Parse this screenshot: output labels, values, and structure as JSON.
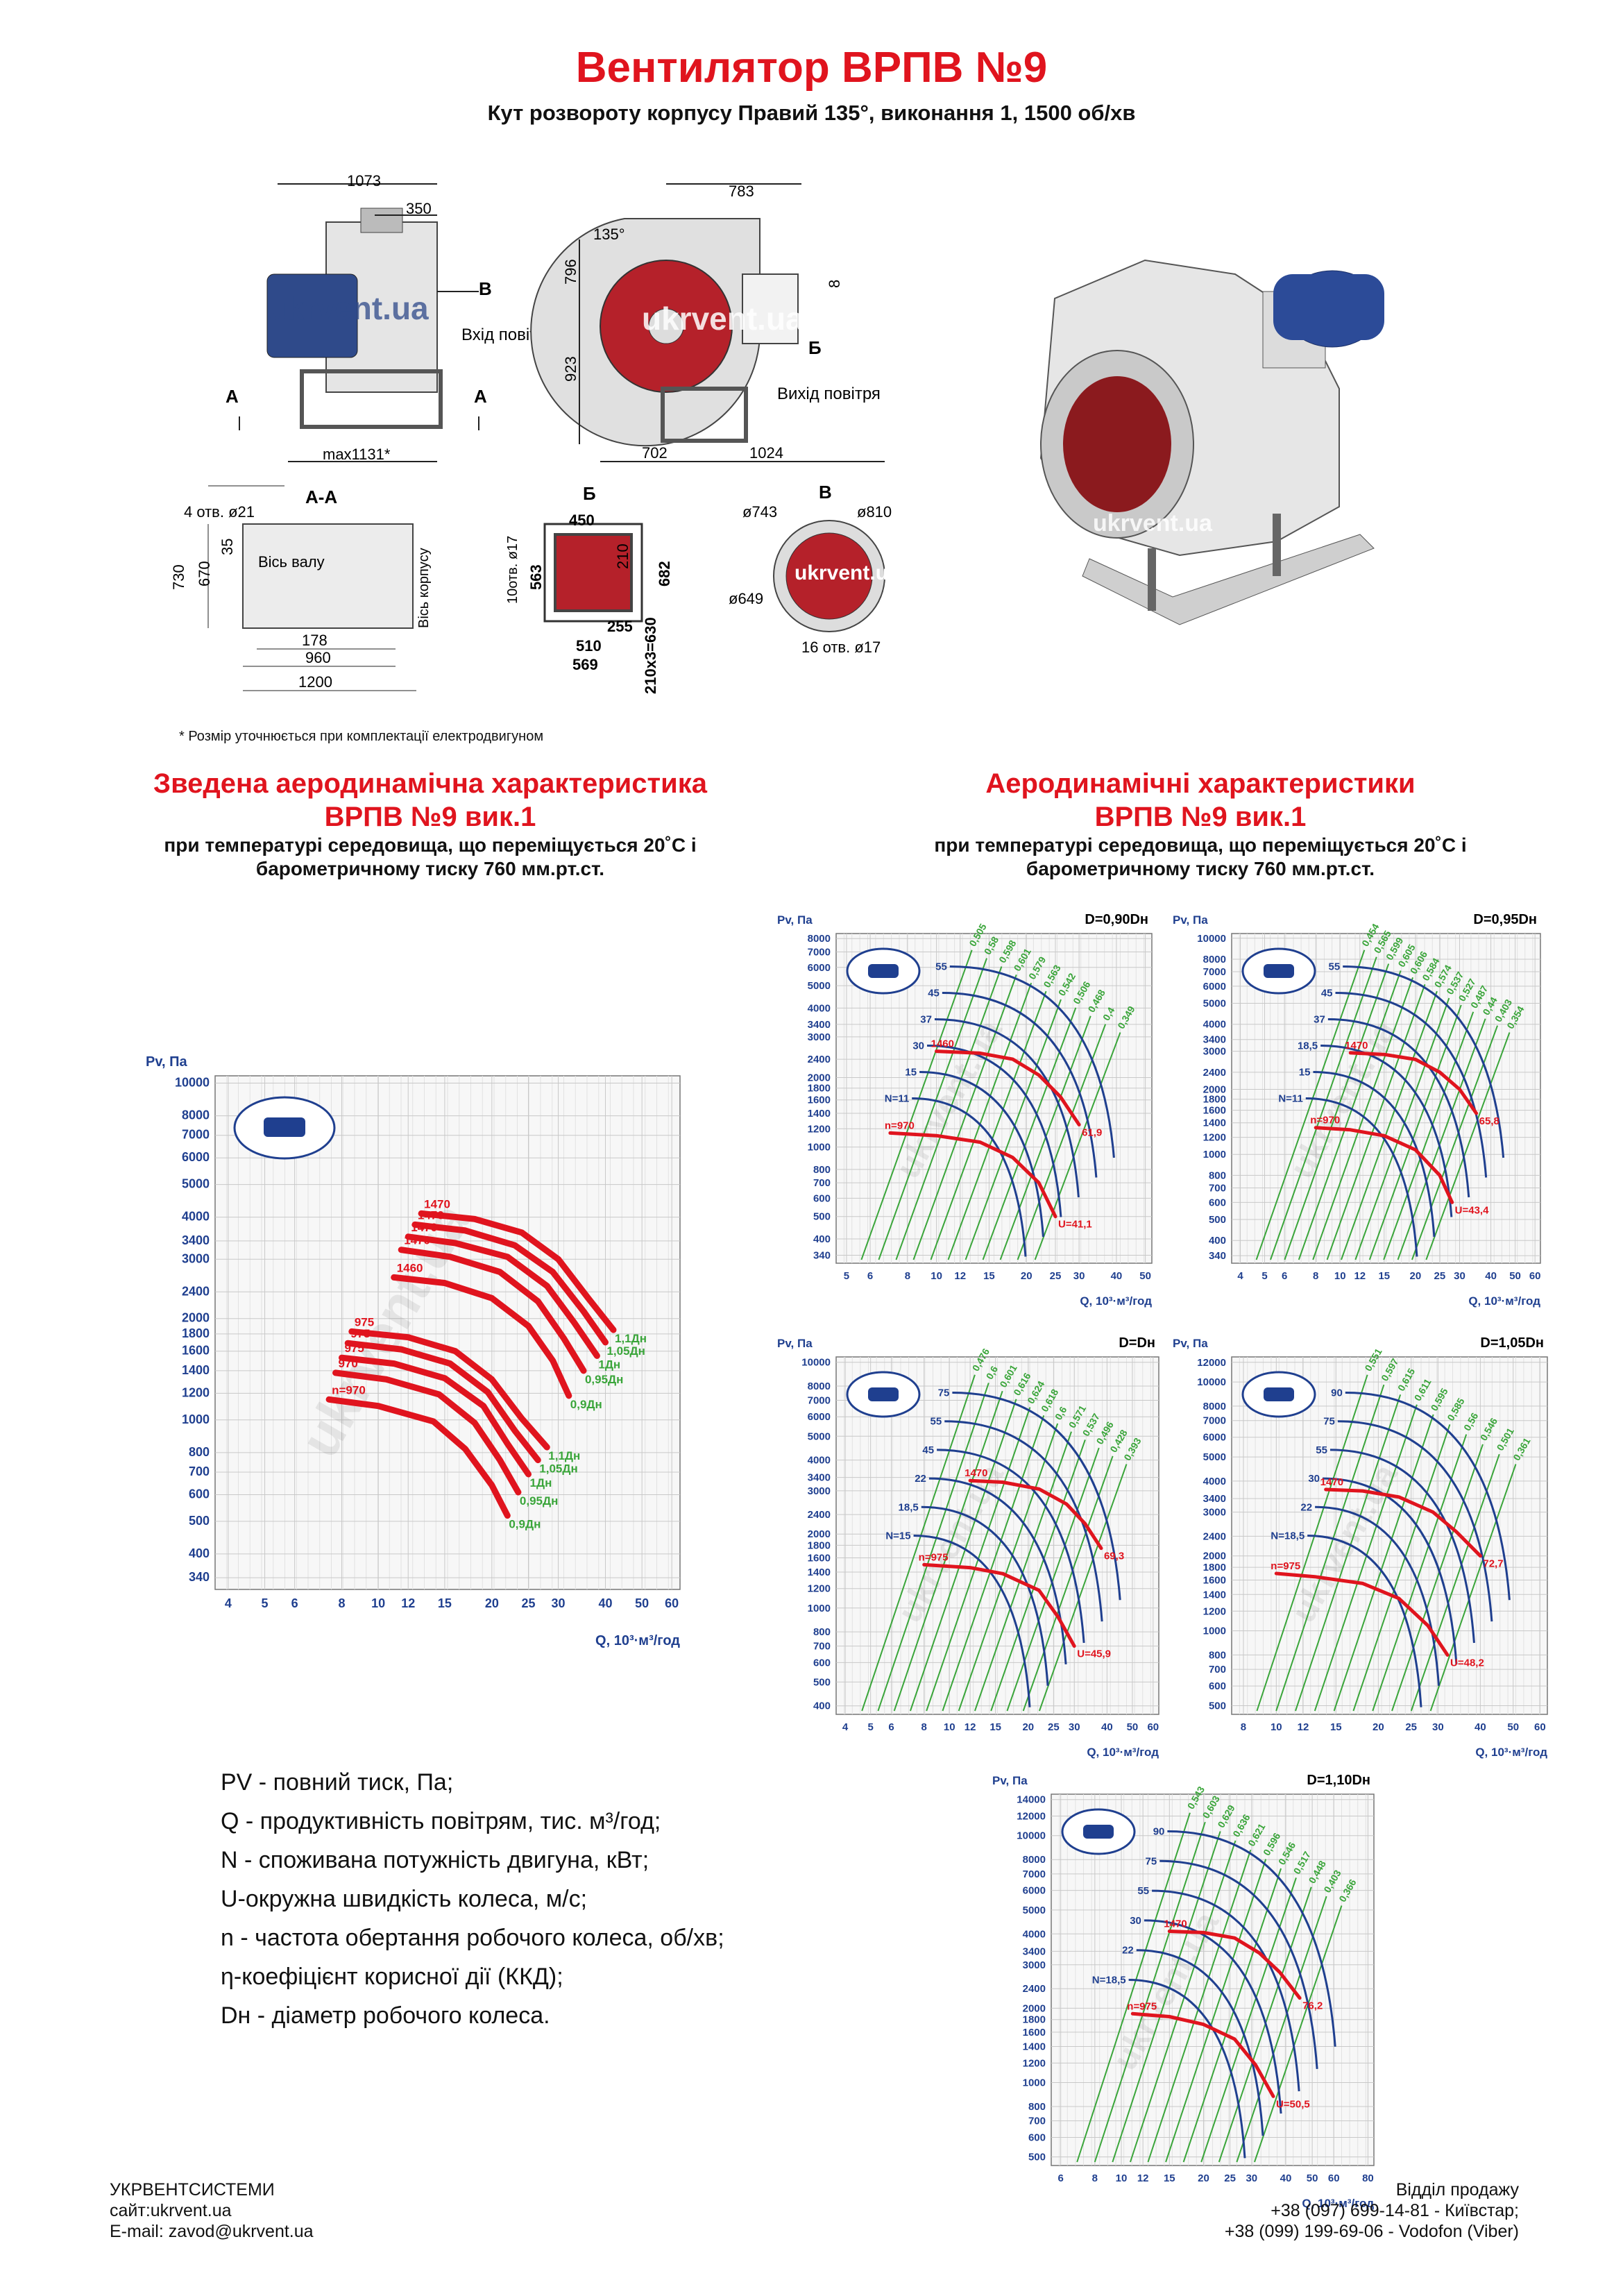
{
  "header": {
    "title": "Вентилятор ВРПВ №9",
    "subtitle": "Кут розвороту корпусу Правий 135°, виконання 1, 1500 об/хв"
  },
  "drawings": {
    "side_view": {
      "dims": [
        "1073",
        "350",
        "max1131*"
      ],
      "air_in": "Вхід повітря",
      "view_b": "В",
      "section": "А"
    },
    "front_view": {
      "dims": [
        "783",
        "135°",
        "796",
        "923",
        "8",
        "702",
        "1024"
      ],
      "air_out": "Вихід повітря",
      "view_b": "Б"
    },
    "section_aa": {
      "title": "А-А",
      "dims": [
        "4 отв. ø21",
        "730",
        "670",
        "35",
        "178",
        "960",
        "1200"
      ],
      "shaft_axis": "Вісь валу",
      "body_axis": "Вісь корпусу"
    },
    "view_b_outlet": {
      "title": "Б",
      "dims": [
        "450",
        "10отв. ø17",
        "563",
        "210",
        "682",
        "255",
        "510",
        "569",
        "210х3=630"
      ]
    },
    "view_v_inlet": {
      "title": "В",
      "dims": [
        "ø743",
        "ø810",
        "ø649",
        "16 отв. ø17"
      ]
    },
    "watermark": "ukrvent.ua",
    "footnote": "* Розмір уточнюється при комплектації електродвигуном"
  },
  "summary_section": {
    "title_line1": "Зведена аеродинамічна характеристика",
    "title_line2": "ВРПВ №9 вик.1",
    "cond_line1": "при температурі середовища, що переміщується 20˚С і",
    "cond_line2": "барометричному тиску 760 мм.рт.ст."
  },
  "perf_section": {
    "title_line1": "Аеродинамічні характеристики",
    "title_line2": "ВРПВ №9 вик.1",
    "cond_line1": "при температурі середовища, що переміщується 20˚С і",
    "cond_line2": "барометричному тиску 760 мм.рт.ст."
  },
  "chart_data": [
    {
      "type": "line",
      "title": "Зведена аеродинамічна характеристика ВРПВ №9 вик.1",
      "ylabel": "Pv, Па",
      "xlabel": "Q, 10³·м³/год",
      "x_ticks": [
        4,
        5,
        6,
        8,
        10,
        12,
        15,
        20,
        25,
        30,
        40,
        50,
        60
      ],
      "y_ticks": [
        340,
        400,
        500,
        600,
        700,
        800,
        1000,
        1200,
        1400,
        1600,
        1800,
        2000,
        2400,
        3000,
        3400,
        4000,
        5000,
        6000,
        7000,
        8000,
        10000
      ],
      "xscale": "log",
      "yscale": "log",
      "series": [
        {
          "name": "1,1Дн",
          "n_label": "1470",
          "x": [
            13,
            18,
            24,
            30,
            36,
            42
          ],
          "y": [
            4100,
            3950,
            3600,
            3000,
            2300,
            1850
          ]
        },
        {
          "name": "1,05Дн",
          "n_label": "1470",
          "x": [
            12.5,
            17,
            23,
            29,
            35,
            40
          ],
          "y": [
            3800,
            3650,
            3300,
            2750,
            2100,
            1700
          ]
        },
        {
          "name": "1Дн",
          "n_label": "1470",
          "x": [
            12,
            16,
            22,
            28,
            33,
            38
          ],
          "y": [
            3500,
            3350,
            3050,
            2500,
            1950,
            1550
          ]
        },
        {
          "name": "0,95Дн",
          "n_label": "1470",
          "x": [
            11.5,
            15.5,
            21,
            26.5,
            31,
            35
          ],
          "y": [
            3200,
            3050,
            2750,
            2250,
            1750,
            1400
          ]
        },
        {
          "name": "0,9Дн",
          "n_label": "1460",
          "x": [
            11,
            15,
            20,
            25,
            29,
            32
          ],
          "y": [
            2650,
            2550,
            2300,
            1900,
            1500,
            1180
          ]
        },
        {
          "name": "1,1Дн",
          "n_label": "975",
          "x": [
            8.5,
            12,
            16,
            20,
            24,
            28
          ],
          "y": [
            1830,
            1760,
            1600,
            1320,
            1010,
            830
          ]
        },
        {
          "name": "1,05Дн",
          "n_label": "975",
          "x": [
            8.3,
            11.5,
            15.5,
            19.5,
            23,
            26.5
          ],
          "y": [
            1690,
            1620,
            1470,
            1210,
            930,
            760
          ]
        },
        {
          "name": "1Дн",
          "n_label": "975",
          "x": [
            8,
            11,
            15,
            19,
            22,
            25
          ],
          "y": [
            1530,
            1470,
            1330,
            1100,
            850,
            690
          ]
        },
        {
          "name": "0,95Дн",
          "n_label": "970",
          "x": [
            7.7,
            10.5,
            14.5,
            18,
            21,
            23.5
          ],
          "y": [
            1380,
            1320,
            1190,
            980,
            760,
            610
          ]
        },
        {
          "name": "0,9Дн",
          "n_label": "n=970",
          "x": [
            7.4,
            10,
            14,
            17,
            20,
            22
          ],
          "y": [
            1150,
            1100,
            990,
            820,
            640,
            520
          ]
        }
      ]
    },
    {
      "type": "line",
      "title": "D=0,90Dн",
      "ylabel": "Pv, Па",
      "xlabel": "Q, 10³·м³/год",
      "x_ticks": [
        5,
        6,
        8,
        10,
        12,
        15,
        20,
        25,
        30,
        40,
        50
      ],
      "y_ticks": [
        340,
        400,
        500,
        600,
        700,
        800,
        1000,
        1200,
        1400,
        1600,
        1800,
        2000,
        2400,
        3000,
        3400,
        4000,
        5000,
        6000,
        7000,
        8000
      ],
      "power_labels": [
        "N=11",
        "15",
        "30",
        "37",
        "45",
        "55"
      ],
      "efficiency_labels": [
        "0,505",
        "0,58",
        "0,598",
        "0,601",
        "0,579",
        "0,563",
        "0,542",
        "0,506",
        "0,468",
        "0,4",
        "0,349"
      ],
      "speed_labels": [
        "1460",
        "n=970"
      ],
      "u_labels": [
        "61,9",
        "U=41,1"
      ],
      "series": [
        {
          "name": "1460",
          "x": [
            10,
            14,
            18,
            22,
            26,
            30
          ],
          "y": [
            2600,
            2550,
            2400,
            2050,
            1650,
            1250
          ]
        },
        {
          "name": "n=970",
          "x": [
            7,
            10,
            14,
            18,
            22,
            25
          ],
          "y": [
            1150,
            1120,
            1050,
            900,
            700,
            500
          ]
        }
      ]
    },
    {
      "type": "line",
      "title": "D=0,95Dн",
      "ylabel": "Pv, Па",
      "xlabel": "Q, 10³·м³/год",
      "x_ticks": [
        4,
        5,
        6,
        8,
        10,
        12,
        15,
        20,
        25,
        30,
        40,
        50,
        60
      ],
      "y_ticks": [
        340,
        400,
        500,
        600,
        700,
        800,
        1000,
        1200,
        1400,
        1600,
        1800,
        2000,
        2400,
        3000,
        3400,
        4000,
        5000,
        6000,
        7000,
        8000,
        10000
      ],
      "power_labels": [
        "N=11",
        "15",
        "18,5",
        "37",
        "45",
        "55"
      ],
      "efficiency_labels": [
        "0,454",
        "0,565",
        "0,599",
        "0,605",
        "0,606",
        "0,584",
        "0,574",
        "0,537",
        "0,527",
        "0,487",
        "0,44",
        "0,403",
        "0,354"
      ],
      "speed_labels": [
        "1470",
        "n=970"
      ],
      "u_labels": [
        "65,8",
        "U=43,4"
      ],
      "series": [
        {
          "name": "1470",
          "x": [
            11,
            15,
            20,
            25,
            30,
            35
          ],
          "y": [
            2950,
            2900,
            2750,
            2400,
            2000,
            1550
          ]
        },
        {
          "name": "n=970",
          "x": [
            8,
            11,
            15,
            20,
            25,
            28
          ],
          "y": [
            1330,
            1300,
            1220,
            1050,
            800,
            600
          ]
        }
      ]
    },
    {
      "type": "line",
      "title": "D=Dн",
      "ylabel": "Pv, Па",
      "xlabel": "Q, 10³·м³/год",
      "x_ticks": [
        4,
        5,
        6,
        8,
        10,
        12,
        15,
        20,
        25,
        30,
        40,
        50,
        60
      ],
      "y_ticks": [
        400,
        500,
        600,
        700,
        800,
        1000,
        1200,
        1400,
        1600,
        1800,
        2000,
        2400,
        3000,
        3400,
        4000,
        5000,
        6000,
        7000,
        8000,
        10000
      ],
      "power_labels": [
        "N=15",
        "18,5",
        "22",
        "45",
        "55",
        "75"
      ],
      "efficiency_labels": [
        "0,476",
        "0,6",
        "0,601",
        "0,616",
        "0,624",
        "0,618",
        "0,6",
        "0,571",
        "0,537",
        "0,496",
        "0,428",
        "0,393"
      ],
      "speed_labels": [
        "1470",
        "n=975"
      ],
      "u_labels": [
        "69,3",
        "U=45,9"
      ],
      "series": [
        {
          "name": "1470",
          "x": [
            12,
            16,
            22,
            28,
            33,
            38
          ],
          "y": [
            3300,
            3250,
            3050,
            2650,
            2200,
            1750
          ]
        },
        {
          "name": "n=975",
          "x": [
            8,
            12,
            16,
            22,
            26,
            30
          ],
          "y": [
            1500,
            1460,
            1380,
            1180,
            920,
            700
          ]
        }
      ]
    },
    {
      "type": "line",
      "title": "D=1,05Dн",
      "ylabel": "Pv, Па",
      "xlabel": "Q, 10³·м³/год",
      "x_ticks": [
        8,
        10,
        12,
        15,
        20,
        25,
        30,
        40,
        50,
        60
      ],
      "y_ticks": [
        500,
        600,
        700,
        800,
        1000,
        1200,
        1400,
        1600,
        1800,
        2000,
        2400,
        3000,
        3400,
        4000,
        5000,
        6000,
        7000,
        8000,
        10000,
        12000
      ],
      "power_labels": [
        "N=18,5",
        "22",
        "30",
        "55",
        "75",
        "90"
      ],
      "efficiency_labels": [
        "0,551",
        "0,597",
        "0,615",
        "0,611",
        "0,595",
        "0,585",
        "0,56",
        "0,546",
        "0,501",
        "0,361"
      ],
      "speed_labels": [
        "1470",
        "n=975"
      ],
      "u_labels": [
        "72,7",
        "U=48,2"
      ],
      "series": [
        {
          "name": "1470",
          "x": [
            14,
            18,
            23,
            29,
            34,
            40
          ],
          "y": [
            3700,
            3650,
            3450,
            3000,
            2500,
            2000
          ]
        },
        {
          "name": "n=975",
          "x": [
            10,
            13,
            18,
            23,
            28,
            32
          ],
          "y": [
            1700,
            1650,
            1550,
            1350,
            1050,
            800
          ]
        }
      ]
    },
    {
      "type": "line",
      "title": "D=1,10Dн",
      "ylabel": "Pv, Па",
      "xlabel": "Q, 10³·м³/год",
      "x_ticks": [
        6,
        8,
        10,
        12,
        15,
        20,
        25,
        30,
        40,
        50,
        60,
        80
      ],
      "y_ticks": [
        500,
        600,
        700,
        800,
        1000,
        1200,
        1400,
        1600,
        1800,
        2000,
        2400,
        3000,
        3400,
        4000,
        5000,
        6000,
        7000,
        8000,
        10000,
        12000,
        14000
      ],
      "power_labels": [
        "N=18,5",
        "22",
        "30",
        "55",
        "75",
        "90"
      ],
      "efficiency_labels": [
        "0,543",
        "0,603",
        "0,629",
        "0,636",
        "0,621",
        "0,596",
        "0,546",
        "0,517",
        "0,448",
        "0,403",
        "0,366"
      ],
      "speed_labels": [
        "1470",
        "n=975"
      ],
      "u_labels": [
        "76,2",
        "U=50,5"
      ],
      "series": [
        {
          "name": "1470",
          "x": [
            15,
            20,
            26,
            32,
            38,
            45
          ],
          "y": [
            4100,
            4050,
            3850,
            3350,
            2800,
            2200
          ]
        },
        {
          "name": "n=975",
          "x": [
            11,
            15,
            20,
            26,
            31,
            36
          ],
          "y": [
            1900,
            1850,
            1720,
            1500,
            1180,
            880
          ]
        }
      ]
    }
  ],
  "legend": [
    {
      "sym": "PV",
      "txt": " - повний тиск, Па;"
    },
    {
      "sym": "Q",
      "txt": " - продуктивність повітрям, тис. м³/год;"
    },
    {
      "sym": "N",
      "txt": " - споживана потужність двигуна, кВт;"
    },
    {
      "sym": "U",
      "txt": "-окружна швидкість колеса, м/с;"
    },
    {
      "sym": "n",
      "txt": " - частота обертання робочого колеса, об/хв;"
    },
    {
      "sym": "η",
      "txt": "-коефіцієнт корисної дії (ККД);"
    },
    {
      "sym": "Dн",
      "txt": " - діаметр робочого колеса."
    }
  ],
  "footer": {
    "company": "УКРВЕНТСИСТЕМИ",
    "site": "сайт:ukrvent.ua",
    "email": "E-mail: zavod@ukrvent.ua",
    "sales": "Відділ продажу",
    "phone1": "+38 (097) 699-14-81 - Київстар;",
    "phone2": "+38 (099) 199-69-06 - Vodofon (Viber)"
  },
  "colors": {
    "red": "#e0141e",
    "blue": "#1f3f8f",
    "green": "#3aa53a",
    "grid": "#c8c8c8",
    "tick": "#1f3f8f"
  }
}
